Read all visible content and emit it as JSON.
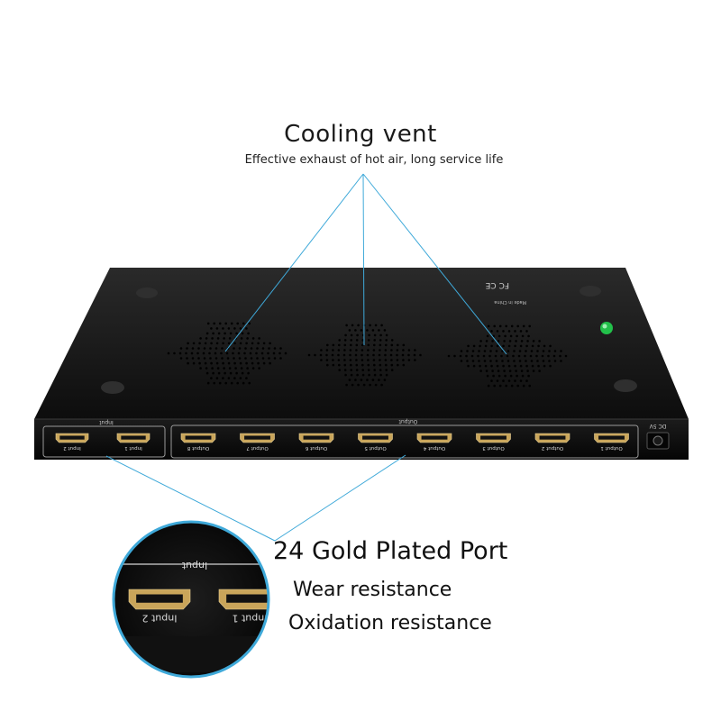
{
  "callout_top": {
    "title": "Cooling vent",
    "subtitle": "Effective exhaust of hot air, long service life"
  },
  "callout_bottom": {
    "title": "24 Gold Plated Port",
    "features": [
      "Wear resistance",
      "Oxidation resistance"
    ]
  },
  "device": {
    "input_group_label": "Input",
    "output_group_label": "Output",
    "power_label": "DC 5V",
    "made_in": "Made in China",
    "cert_marks": "FC CE",
    "input_ports": [
      "Input 2",
      "Input 1"
    ],
    "output_ports": [
      "Output 8",
      "Output 7",
      "Output 6",
      "Output 5",
      "Output 4",
      "Output 3",
      "Output 2",
      "Output 1"
    ]
  },
  "zoom": {
    "group_label": "Input",
    "ports": [
      "Input 2",
      "Input 1"
    ]
  },
  "colors": {
    "callout_line": "#3fa9d9",
    "device_body": "#141414",
    "port_gold": "#c9a55a",
    "status_led": "#22c04a"
  }
}
